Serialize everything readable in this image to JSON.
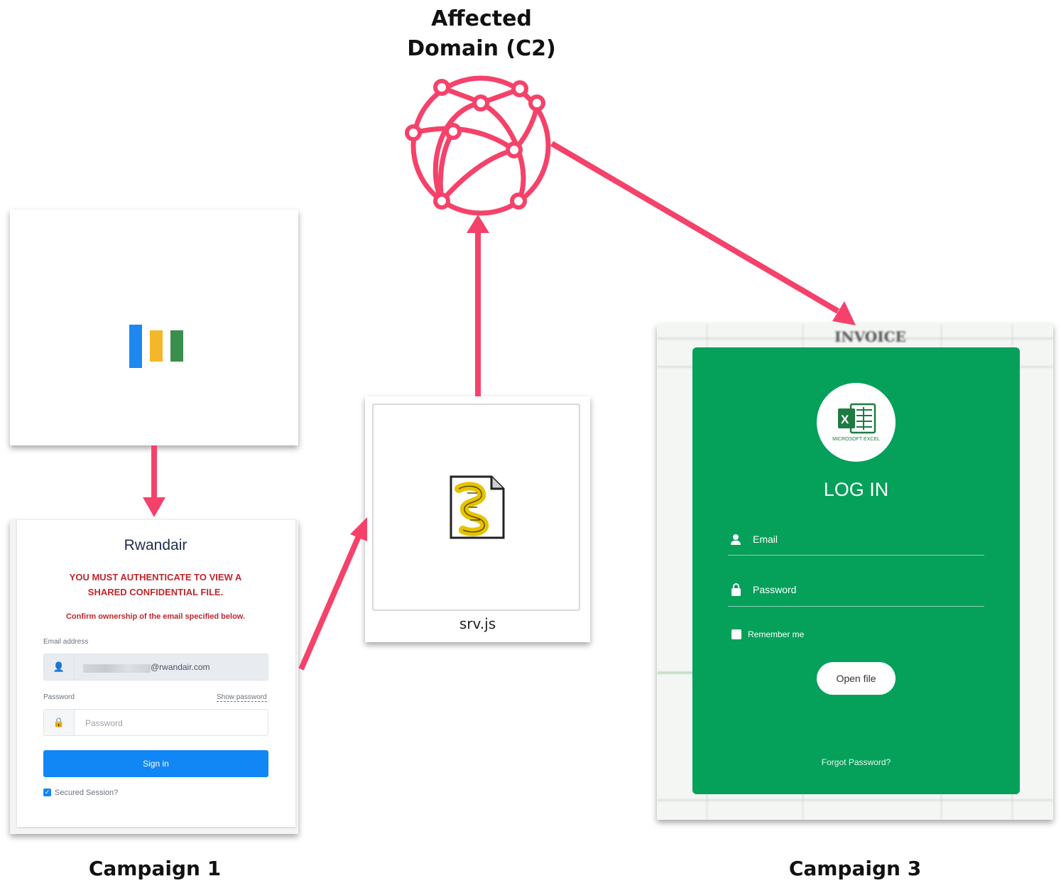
{
  "c2": {
    "label_line1": "Affected",
    "label_line2": "Domain (C2)"
  },
  "file": {
    "name": "srv.js"
  },
  "campaign1": {
    "caption": "Campaign 1",
    "brand": "Rwandair",
    "warning": "YOU MUST AUTHENTICATE TO VIEW A SHARED CONFIDENTIAL FILE.",
    "confirm_text": "Confirm ownership of the email specified below.",
    "email_label": "Email address",
    "email_value": "@rwandair.com",
    "password_label": "Password",
    "show_password": "Show password",
    "password_placeholder": "Password",
    "signin_label": "Sign in",
    "secured_session": "Secured Session?"
  },
  "campaign3": {
    "caption": "Campaign 3",
    "background_title": "INVOICE",
    "excel_label": "MICROSOFT EXCEL",
    "excel_letter": "X",
    "title": "LOG IN",
    "email_label": "Email",
    "password_label": "Password",
    "remember_label": "Remember me",
    "open_button": "Open file",
    "forgot_link": "Forgot Password?"
  },
  "colors": {
    "arrow": "#f5426a",
    "excel_green": "#05a05a",
    "google_blue": "#1e88f0",
    "google_yellow": "#f3b728",
    "google_green": "#3a8f4e"
  }
}
